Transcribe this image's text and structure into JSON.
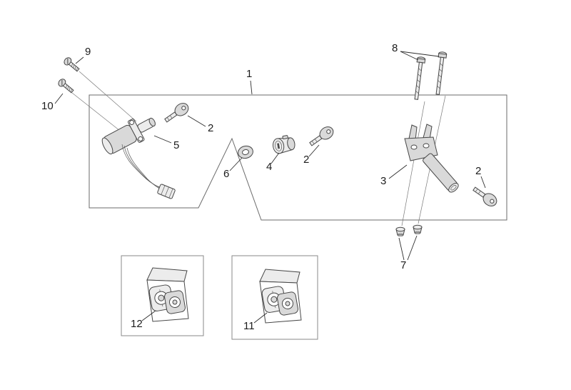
{
  "diagram": {
    "callouts": {
      "n1": "1",
      "n2a": "2",
      "n2b": "2",
      "n2c": "2",
      "n3": "3",
      "n4": "4",
      "n5": "5",
      "n6": "6",
      "n7": "7",
      "n8": "8",
      "n9": "9",
      "n10": "10",
      "n11": "11",
      "n12": "12"
    },
    "colors": {
      "background": "#ffffff",
      "line": "#474747",
      "boundary": "#6b6b6b",
      "metal_fill": "#d9d9d9"
    }
  }
}
